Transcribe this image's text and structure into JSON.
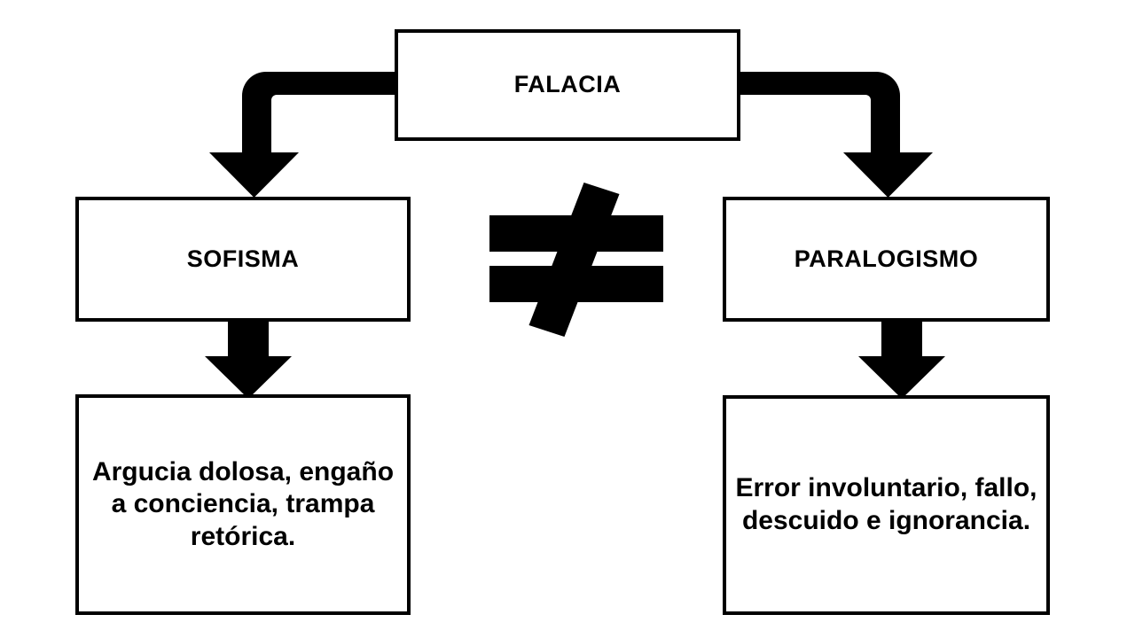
{
  "diagram": {
    "title_node": {
      "label": "FALACIA"
    },
    "branches": [
      {
        "label": "SOFISMA",
        "description": "Argucia dolosa, engaño a conciencia, trampa retórica.",
        "description_lines": [
          "Argucia dolosa,",
          "engaño a",
          "conciencia, trampa",
          "retórica."
        ]
      },
      {
        "label": "PARALOGISMO",
        "description": "Error involuntario, fallo, descuido e ignorancia.",
        "description_lines": [
          "Error involuntario,",
          "fallo, descuido e",
          "ignorancia."
        ]
      }
    ],
    "relation_symbol": {
      "name": "not-equal-sign",
      "glyph": "≠",
      "meaning": "not equal"
    },
    "connectors": [
      {
        "name": "falacia-to-sofisma",
        "kind": "elbow-arrow",
        "direction": "left-then-down"
      },
      {
        "name": "falacia-to-paralogismo",
        "kind": "elbow-arrow",
        "direction": "right-then-down"
      },
      {
        "name": "sofisma-to-description",
        "kind": "straight-arrow",
        "direction": "down"
      },
      {
        "name": "paralogismo-to-description",
        "kind": "straight-arrow",
        "direction": "down"
      }
    ],
    "colors": {
      "stroke": "#000000",
      "fill": "#ffffff",
      "text": "#000000"
    }
  }
}
